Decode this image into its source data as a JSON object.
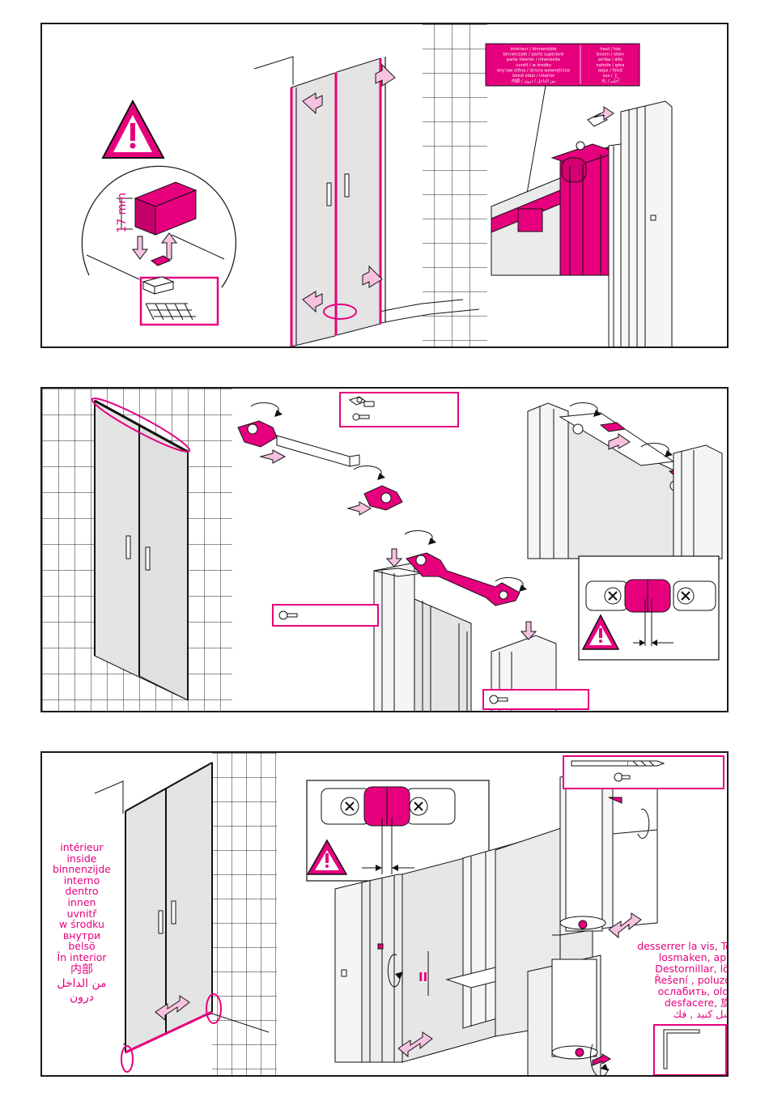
{
  "colors": {
    "accent": "#e6007e",
    "line": "#1a1a1a",
    "glass": "#e4e4e4",
    "frame": "#f4f4f4"
  },
  "panel1": {
    "dimension_label": "17 mm",
    "sticker": {
      "left_lines": [
        "intérieur / binnenzijde",
        "binnenzijde / parte superiore",
        "parte interior / innenseite",
        "uvnitř / w środku",
        "внутри stěna / strona wewnętrzna",
        "belső oldal / interior",
        "内部 / من الداخل / درون"
      ],
      "right_lines": [
        "haut / top",
        "boven / oben",
        "arriba / alto",
        "nahoře / góra",
        "верх / felső",
        "sus / 上",
        "أعلى / بالا"
      ]
    }
  },
  "panel2": {},
  "panel3": {
    "inside_labels": [
      "intérieur",
      "inside",
      "binnenzijde",
      "interno",
      "dentro",
      "innen",
      "uvnitř",
      "w środku",
      "внутри",
      "belsö",
      "În interior",
      "内部",
      "من الداخل",
      "درون"
    ],
    "gap_marker": "II",
    "loosen_labels": [
      "desserrer la vis, To loosen",
      "losmaken, aprire,",
      "Destornillar, lösen,",
      "Řešení , poluzować",
      "ослабить, oldani,",
      "desfacere, 旋开",
      "شل کنید , فك"
    ]
  }
}
